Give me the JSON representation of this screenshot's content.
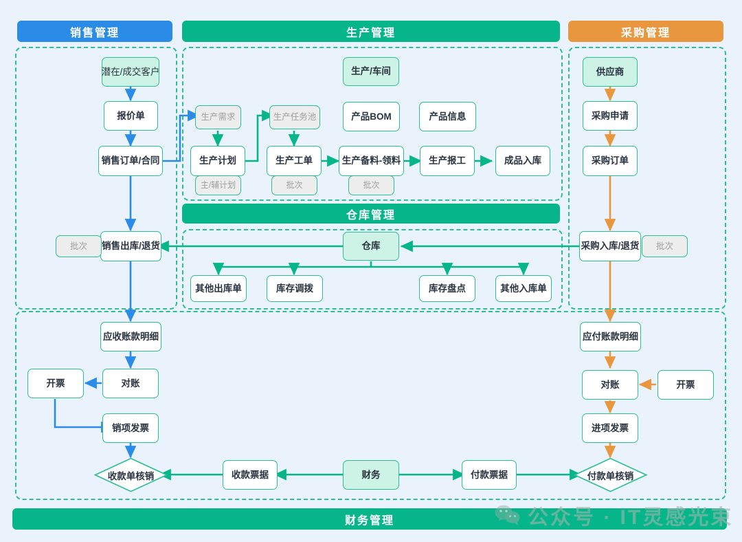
{
  "colors": {
    "canvas": "#eaf2fb",
    "sales_blue": "#2b8ce8",
    "production_green": "#06b68a",
    "procurement_orange": "#e8973f",
    "finance_green": "#06b68a",
    "node_border": "#2bbf93",
    "master_fill": "#ccf3e5",
    "muted_fill": "#ededed",
    "muted_text": "#9e9e9e",
    "dashed_border": "#2bbf93"
  },
  "sections": {
    "sales": {
      "title": "销售管理"
    },
    "production": {
      "title": "生产管理"
    },
    "procurement": {
      "title": "采购管理"
    },
    "warehouse": {
      "title": "仓库管理"
    },
    "finance": {
      "title": "财务管理"
    }
  },
  "nodes": {
    "sales": {
      "customer": "潜在/成交客户",
      "quotation": "报价单",
      "sales_order": "销售订单/合同",
      "sales_outbound": "销售出库/退货",
      "batch_outbound": "批次"
    },
    "production": {
      "workshop": "生产/车间",
      "product_bom": "产品BOM",
      "product_info": "产品信息",
      "prod_demand": "生产需求",
      "task_pool": "生产任务池",
      "prod_plan": "生产计划",
      "work_order": "生产工单",
      "prep_pick": "生产备料-领料",
      "prod_report": "生产报工",
      "fg_inbound": "成品入库",
      "plan_tag": "主/辅计划",
      "wo_batch": "批次",
      "pick_batch": "批次"
    },
    "warehouse": {
      "warehouse": "仓库",
      "other_out": "其他出库单",
      "transfer": "库存调拨",
      "stocktake": "库存盘点",
      "other_in": "其他入库单"
    },
    "procurement": {
      "supplier": "供应商",
      "purchase_request": "采购申请",
      "purchase_order": "采购订单",
      "purchase_inbound": "采购入库/退货",
      "batch_inbound": "批次"
    },
    "finance_left": {
      "ar_detail": "应收账款明细",
      "reconcile": "对账",
      "invoicing": "开票",
      "output_invoice": "销项发票",
      "receipt_writeoff": "收款单核销",
      "receipt_voucher": "收款票据"
    },
    "finance_center": {
      "finance": "财务"
    },
    "finance_right": {
      "ap_detail": "应付账款明细",
      "reconcile": "对账",
      "invoicing": "开票",
      "input_invoice": "进项发票",
      "payment_writeoff": "付款单核销",
      "payment_voucher": "付款票据"
    }
  },
  "watermark": {
    "icon": "wechat-icon",
    "text": "公众号 · IT灵感光束"
  }
}
